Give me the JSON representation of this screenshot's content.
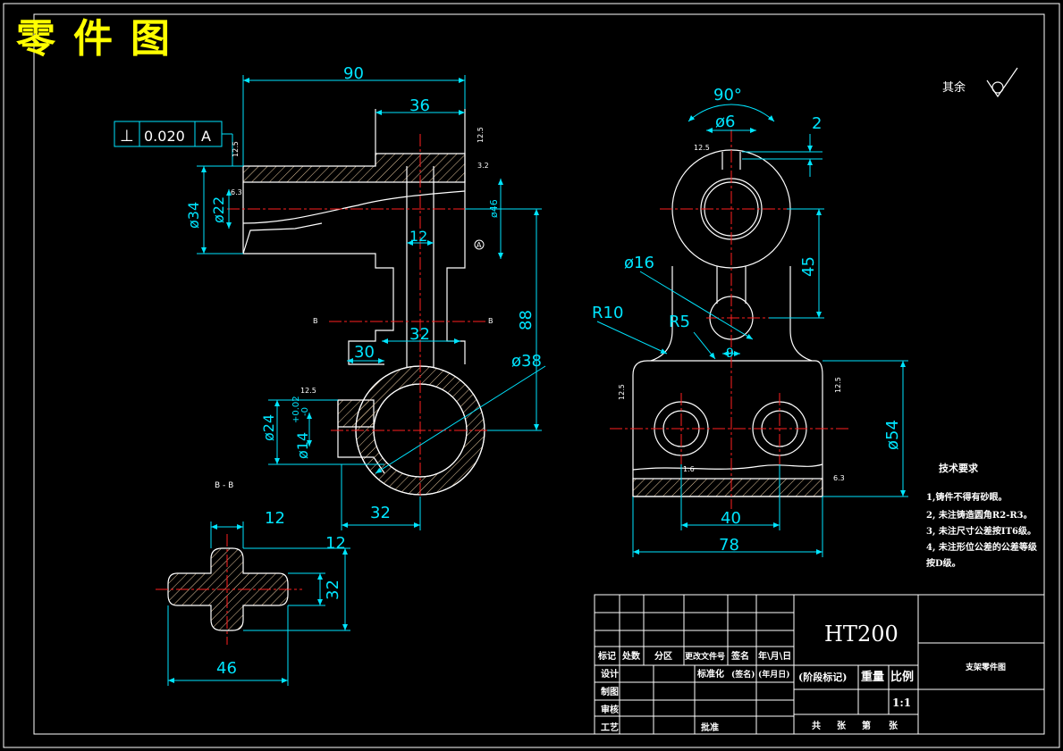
{
  "page_title": "零件图",
  "colors": {
    "background": "#000000",
    "outline": "#ffffff",
    "dimension": "#00e5ff",
    "centerline": "#ff2020",
    "hatch": "#e8c9a0",
    "title": "#ffff00"
  },
  "front_view": {
    "dims": {
      "d90": "90",
      "d36": "36",
      "d12_slot": "12",
      "d32": "32",
      "d30": "30",
      "d88": "88",
      "d38": "ø38",
      "d34": "ø34",
      "d22": "ø22",
      "d46": "ø46",
      "d24": "ø24",
      "d14": "ø14",
      "d14_tol_upper": "+0.02",
      "d14_tol_lower": "-0",
      "d32_bottom": "32"
    },
    "tolerance_frame": {
      "symbol": "⊥",
      "value": "0.020",
      "datum": "A"
    },
    "datum_label": "A",
    "roughness": {
      "r1": "12.5",
      "r2": "12.5",
      "r3": "6.3",
      "r4": "12.5",
      "r5": "3.2"
    },
    "section_marks": {
      "left": "B",
      "right": "B"
    }
  },
  "side_view": {
    "dims": {
      "angle": "90°",
      "d6": "ø6",
      "d2": "2",
      "d16": "ø16",
      "r10": "R10",
      "r5": "R5",
      "d45": "45",
      "d9": "9",
      "d54": "ø54",
      "d40": "40",
      "d78": "78"
    },
    "roughness": {
      "r1": "12.5",
      "r2": "12.5",
      "r3": "12.5",
      "r4": "1.6",
      "r5": "6.3"
    }
  },
  "section_view": {
    "label": "B - B",
    "dims": {
      "d12_top": "12",
      "d12_right": "12",
      "d32": "32",
      "d46": "46"
    }
  },
  "other_finish": "其余",
  "tech_requirements": {
    "title": "技术要求",
    "items": [
      "1,铸件不得有砂眼。",
      "2, 未注铸造圆角R2-R3。",
      "3, 未注尺寸公差按IT6级。",
      "4, 未注形位公差的公差等级",
      "按D级。"
    ]
  },
  "title_block": {
    "material": "HT200",
    "part_name": "支架零件图",
    "header_cells": [
      "标记",
      "处数",
      "分区",
      "更改文件号",
      "签名",
      "年\\月\\日"
    ],
    "row_design": [
      "设计",
      "",
      "",
      "",
      "标准化",
      "(签名)",
      "(年月日)"
    ],
    "row_draw": "制图",
    "row_check": "审核",
    "row_process": "工艺",
    "approve": "批准",
    "stage_label": "(阶段标记)",
    "weight_label": "重量",
    "scale_label": "比例",
    "scale_value": "1:1",
    "sheets": [
      "共",
      "张",
      "第",
      "张"
    ]
  }
}
